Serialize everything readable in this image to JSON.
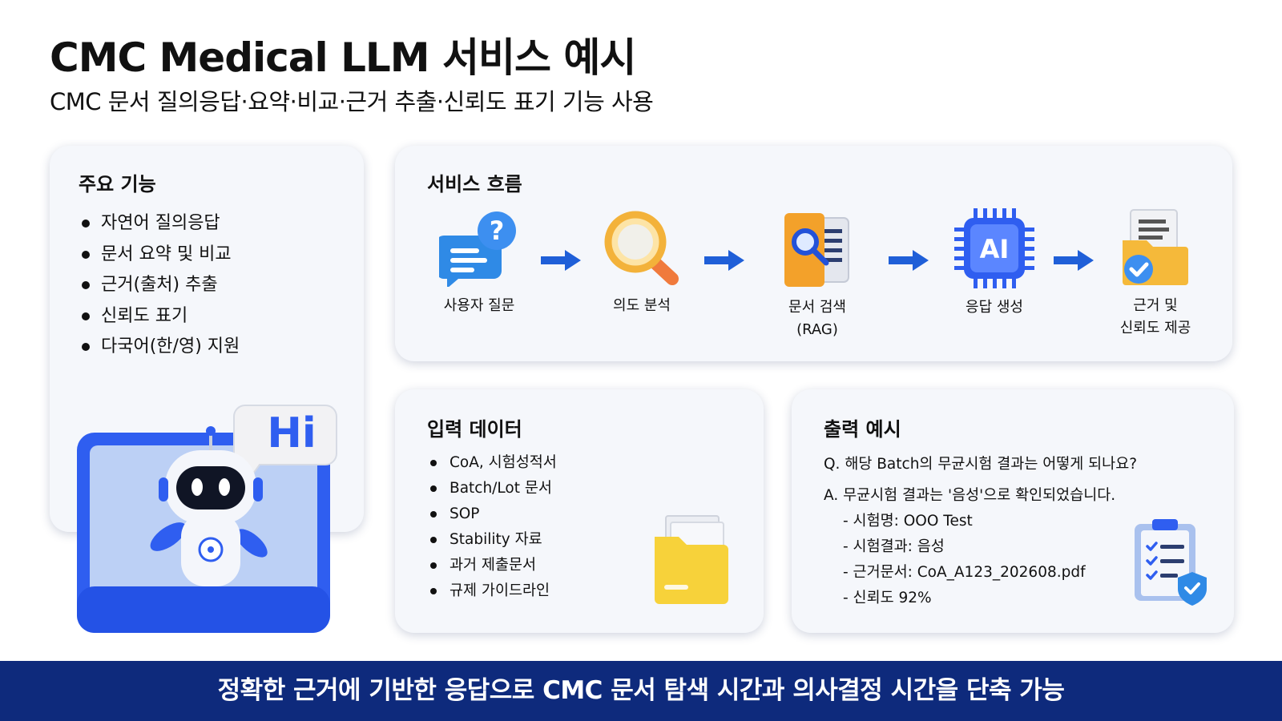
{
  "title": "CMC Medical LLM 서비스 예시",
  "subtitle": "CMC 문서 질의응답·요약·비교·근거 추출·신뢰도 표기 기능 사용",
  "features": {
    "title": "주요 기능",
    "items": [
      "자연어 질의응답",
      "문서 요약 및 비교",
      "근거(출처) 추출",
      "신뢰도 표기",
      "다국어(한/영) 지원"
    ],
    "robot_bubble": "Hi"
  },
  "flow": {
    "title": "서비스 흐름",
    "steps": [
      {
        "icon": "chat-question-icon",
        "line1": "사용자 질문",
        "line2": ""
      },
      {
        "icon": "magnifier-icon",
        "line1": "의도 분석",
        "line2": ""
      },
      {
        "icon": "document-search-icon",
        "line1": "문서 검색",
        "line2": "(RAG)"
      },
      {
        "icon": "ai-chip-icon",
        "line1": "응답 생성",
        "line2": ""
      },
      {
        "icon": "verified-folder-icon",
        "line1": "근거 및",
        "line2": "신뢰도 제공"
      }
    ],
    "chip_label": "AI"
  },
  "input": {
    "title": "입력 데이터",
    "items": [
      "CoA, 시험성적서",
      "Batch/Lot 문서",
      "SOP",
      "Stability 자료",
      "과거 제출문서",
      "규제 가이드라인"
    ]
  },
  "output": {
    "title": "출력 예시",
    "question": "Q. 해당 Batch의 무균시험 결과는 어떻게 되나요?",
    "answer": "A. 무균시험 결과는 '음성'으로 확인되었습니다.",
    "details": [
      "- 시험명: OOO Test",
      "- 시험결과: 음성",
      "- 근거문서: CoA_A123_202608.pdf",
      "- 신뢰도 92%"
    ]
  },
  "banner": "정확한 근거에 기반한 응답으로 CMC 문서 탐색 시간과 의사결정 시간을 단축 가능",
  "colors": {
    "accent_blue": "#2f5ef0",
    "banner": "#0e2a7c",
    "card_bg": "#f5f7fb",
    "folder_yellow": "#f7d23a",
    "arrow_blue": "#1f5fd8"
  }
}
